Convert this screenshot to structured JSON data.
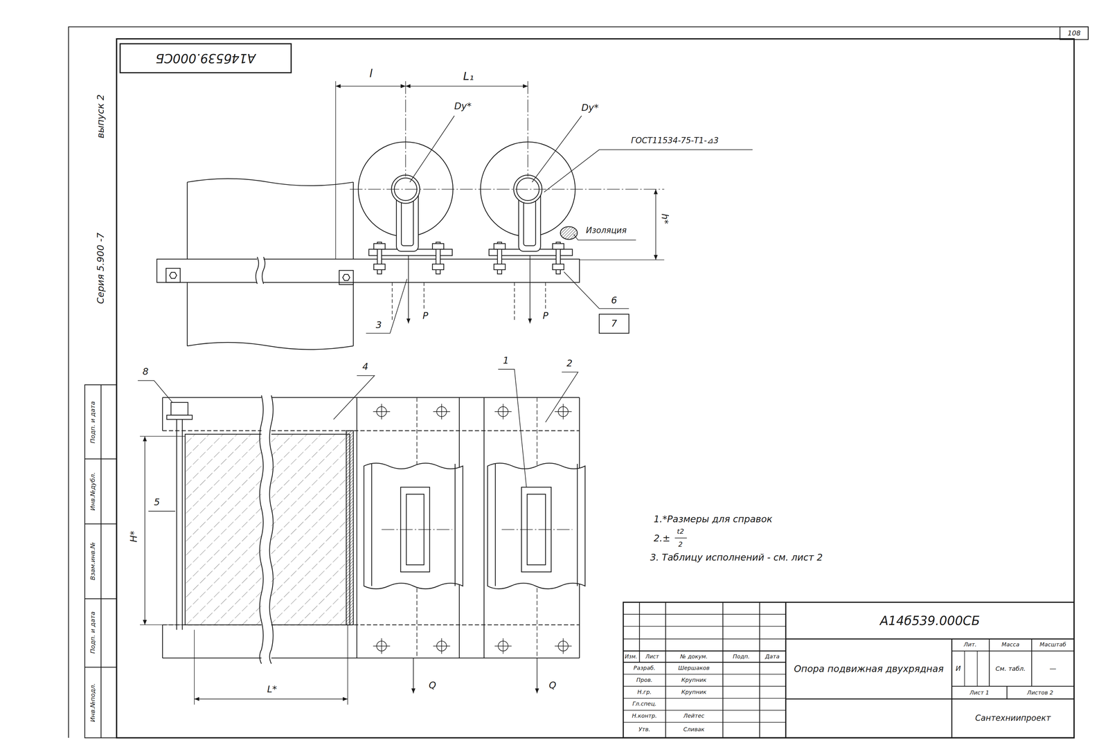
{
  "diagram": {
    "nodes": [
      {
        "text": [
          "108"
        ]
      },
      {
        "text": [
          "А14б539.000СБ"
        ]
      },
      {
        "text": [
          "А14б539.000СБ"
        ]
      },
      {
        "text": [
          "Опора подвижная двухрядная"
        ]
      },
      {
        "text": [
          "Сантехниипроект"
        ]
      },
      {
        "text": [
          "7"
        ]
      }
    ],
    "labels": [
      "выпуск 2",
      "Серия 5.900 -7",
      "Подп. и дата",
      "Инв.№дубл.",
      "Взам.инв.№",
      "Подп. и дата",
      "Инв.№подл.",
      "l",
      "L₁",
      "Dy*",
      "Dy*",
      "ГОСТ11534-75-Т1-⊿3",
      "Изоляция",
      "h*",
      "3",
      "P",
      "P",
      "6",
      "8",
      "4",
      "1",
      "2",
      "5",
      "H*",
      "L*",
      "Q",
      "Q",
      "1.*Размеры для справок",
      "2.±",
      "t2",
      "2",
      "3. Таблицу исполнений - см. лист 2",
      "Изм.",
      "Лист",
      "№ докум.",
      "Подп.",
      "Дата",
      "Разраб.",
      "Шершаков",
      "Пров.",
      "Крупник",
      "Н.гр.",
      "Крупник",
      "Гл.спец.",
      "Н.контр.",
      "Лейтес",
      "Утв.",
      "Сливак",
      "Лит.",
      "Масса",
      "Масштаб",
      "И",
      "См. табл.",
      "—",
      "Лист 1",
      "Листов 2"
    ]
  }
}
